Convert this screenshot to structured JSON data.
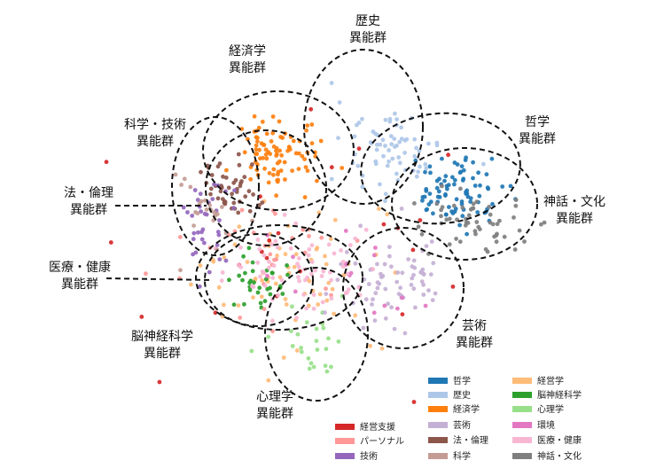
{
  "chart_data": {
    "type": "scatter",
    "title": "",
    "xlabel": "",
    "ylabel": "",
    "grid": false,
    "legend_placement": "bottom-right",
    "series": [
      {
        "name": "哲学",
        "color": "#1f77b4",
        "center": [
          520,
          215
        ],
        "spread": [
          48,
          38
        ],
        "count": 85
      },
      {
        "name": "歴史",
        "color": "#aec7e8",
        "center": [
          440,
          170
        ],
        "spread": [
          60,
          45
        ],
        "count": 70
      },
      {
        "name": "経済学",
        "color": "#ff7f0e",
        "center": [
          318,
          175
        ],
        "spread": [
          42,
          36
        ],
        "count": 90
      },
      {
        "name": "経営学",
        "color": "#ffbb78",
        "center": [
          335,
          315
        ],
        "spread": [
          90,
          75
        ],
        "count": 70
      },
      {
        "name": "脳神経科学",
        "color": "#2ca02c",
        "center": [
          292,
          318
        ],
        "spread": [
          28,
          24
        ],
        "count": 32
      },
      {
        "name": "心理学",
        "color": "#98df8a",
        "center": [
          355,
          385
        ],
        "spread": [
          38,
          38
        ],
        "count": 26
      },
      {
        "name": "経営支援",
        "color": "#d62728",
        "center": [
          335,
          290
        ],
        "spread": [
          180,
          130
        ],
        "count": 24
      },
      {
        "name": "芸術",
        "color": "#c5b0d5",
        "center": [
          445,
          320
        ],
        "spread": [
          55,
          45
        ],
        "count": 70
      },
      {
        "name": "環境",
        "color": "#e377c2",
        "center": [
          380,
          300
        ],
        "spread": [
          90,
          55
        ],
        "count": 16
      },
      {
        "name": "パーソナル",
        "color": "#ff9896",
        "center": [
          300,
          300
        ],
        "spread": [
          90,
          80
        ],
        "count": 28
      },
      {
        "name": "法・倫理",
        "color": "#8c564b",
        "center": [
          258,
          212
        ],
        "spread": [
          30,
          38
        ],
        "count": 45
      },
      {
        "name": "医療・健康",
        "color": "#f7b6d2",
        "center": [
          340,
          305
        ],
        "spread": [
          75,
          50
        ],
        "count": 70
      },
      {
        "name": "技術",
        "color": "#9467bd",
        "center": [
          232,
          245
        ],
        "spread": [
          30,
          48
        ],
        "count": 35
      },
      {
        "name": "科学",
        "color": "#c49c94",
        "center": [
          225,
          240
        ],
        "spread": [
          42,
          52
        ],
        "count": 22
      },
      {
        "name": "神話・文化",
        "color": "#7f7f7f",
        "center": [
          535,
          250
        ],
        "spread": [
          55,
          30
        ],
        "count": 55
      }
    ],
    "clusters": [
      {
        "label1": "歴史",
        "label2": "異能群",
        "cx": 410,
        "cy": 143,
        "rx": 67,
        "ry": 87,
        "rot": 0
      },
      {
        "label1": "経済学",
        "label2": "異能群",
        "cx": 314,
        "cy": 170,
        "rx": 85,
        "ry": 67,
        "rot": 0
      },
      {
        "label1": "科学・技術",
        "label2": "異能群",
        "cx": 243,
        "cy": 210,
        "rx": 49,
        "ry": 78,
        "rot": 0
      },
      {
        "label1": "哲学",
        "label2": "異能群",
        "cx": 497,
        "cy": 190,
        "rx": 90,
        "ry": 62,
        "rot": -5
      },
      {
        "label1": "神話・文化",
        "label2": "異能群",
        "cx": 524,
        "cy": 230,
        "rx": 82,
        "ry": 63,
        "rot": 0
      },
      {
        "label1": "法・倫理",
        "label2": "異能群",
        "cx": 300,
        "cy": 212,
        "rx": 68,
        "ry": 65,
        "rot": 0
      },
      {
        "label1": "医療・健康",
        "label2": "異能群",
        "cx": 292,
        "cy": 316,
        "rx": 61,
        "ry": 52,
        "rot": 0
      },
      {
        "label1": "脳神経科学",
        "label2": "異能群",
        "cx": 315,
        "cy": 313,
        "rx": 94,
        "ry": 59,
        "rot": 0
      },
      {
        "label1": "芸術",
        "label2": "異能群",
        "cx": 455,
        "cy": 325,
        "rx": 68,
        "ry": 68,
        "rot": 0
      },
      {
        "label1": "心理学",
        "label2": "異能群",
        "cx": 357,
        "cy": 377,
        "rx": 58,
        "ry": 75,
        "rot": 0
      }
    ],
    "legend_order": [
      "哲学",
      "経営学",
      "歴史",
      "脳神経科学",
      "経済学",
      "心理学",
      "経営支援",
      "芸術",
      "環境",
      "パーソナル",
      "法・倫理",
      "医療・健康",
      "技術",
      "科学",
      "神話・文化"
    ]
  }
}
